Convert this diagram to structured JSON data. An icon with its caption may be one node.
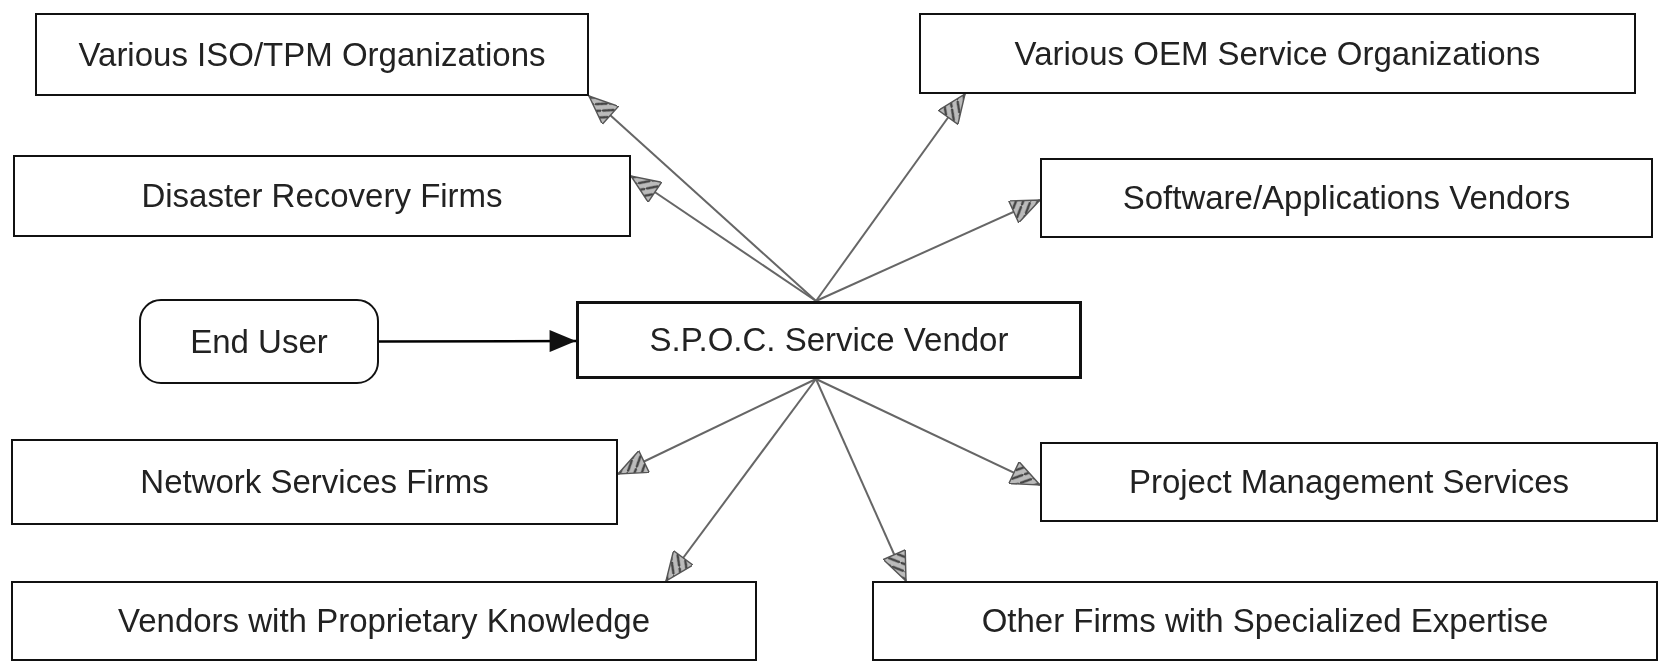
{
  "diagram": {
    "nodes": [
      {
        "text": [
          "Various ISO/TPM Organizations"
        ]
      },
      {
        "text": [
          "Various OEM Service Organizations"
        ]
      },
      {
        "text": [
          "Disaster Recovery Firms"
        ]
      },
      {
        "text": [
          "Software/Applications Vendors"
        ]
      },
      {
        "text": [
          "End User"
        ]
      },
      {
        "text": [
          "S.P.O.C. Service Vendor"
        ]
      },
      {
        "text": [
          "Network Services Firms"
        ]
      },
      {
        "text": [
          "Project Management Services"
        ]
      },
      {
        "text": [
          "Vendors with Proprietary Knowledge"
        ]
      },
      {
        "text": [
          "Other Firms with Specialized Expertise"
        ]
      }
    ],
    "edges": [
      {
        "from": 4,
        "to": 5,
        "arrow": "to",
        "color": "#000000"
      },
      {
        "from": 5,
        "to": 0,
        "arrow": "to"
      },
      {
        "from": 5,
        "to": 1,
        "arrow": "to"
      },
      {
        "from": 5,
        "to": 2,
        "arrow": "to"
      },
      {
        "from": 5,
        "to": 3,
        "arrow": "to"
      },
      {
        "from": 5,
        "to": 6,
        "arrow": "to"
      },
      {
        "from": 5,
        "to": 7,
        "arrow": "to"
      },
      {
        "from": 5,
        "to": 8,
        "arrow": "to"
      },
      {
        "from": 5,
        "to": 9,
        "arrow": "to"
      }
    ]
  }
}
